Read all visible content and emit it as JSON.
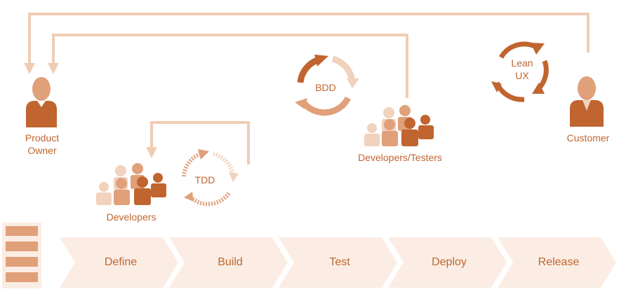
{
  "roles": {
    "product_owner": "Product\nOwner",
    "customer": "Customer",
    "developers": "Developers",
    "developers_testers": "Developers/Testers"
  },
  "cycles": {
    "tdd": "TDD",
    "bdd": "BDD",
    "lean_ux": "Lean\nUX"
  },
  "stages": [
    "Define",
    "Build",
    "Test",
    "Deploy",
    "Release"
  ],
  "colors": {
    "primary": "#c0652f",
    "mid": "#e0a07a",
    "light": "#f0d2bd",
    "chevron": "#fbede4",
    "line": "#efcdb4",
    "text": "#c0652f"
  }
}
